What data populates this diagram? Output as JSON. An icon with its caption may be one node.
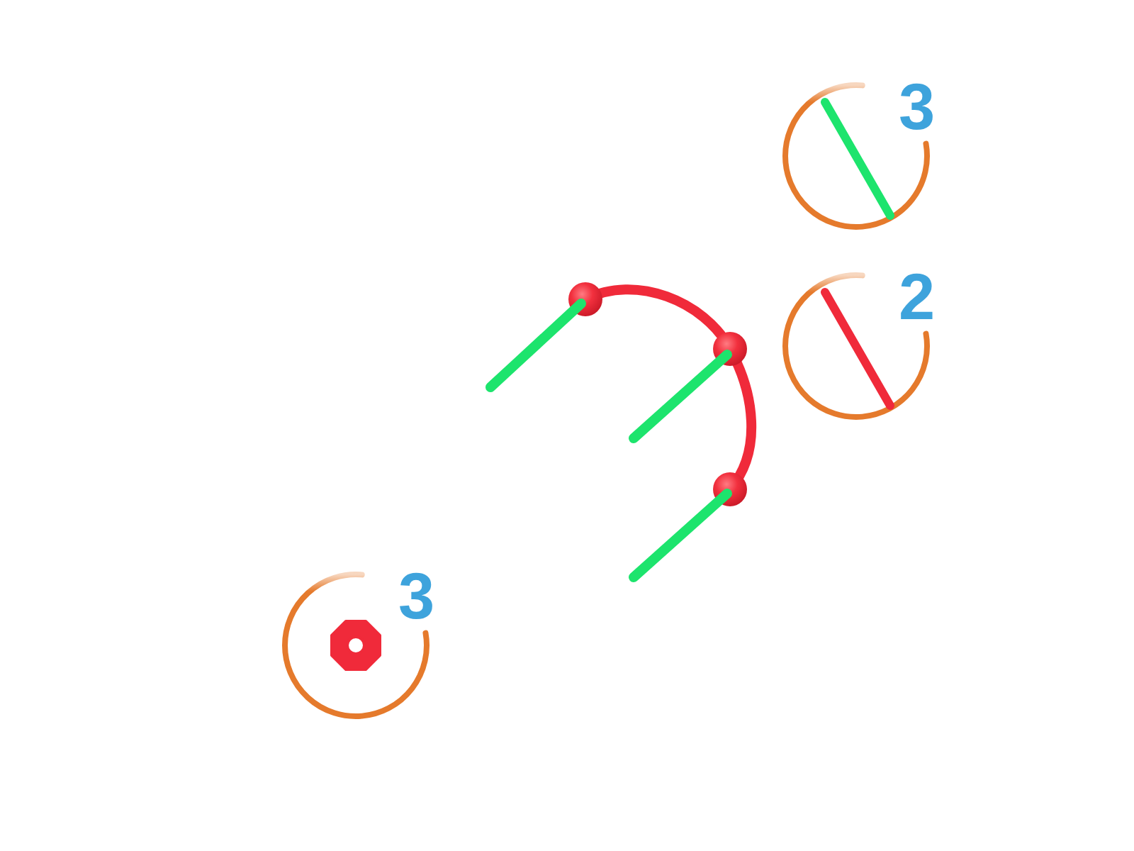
{
  "diagram": {
    "nodes": [
      {
        "text": [
          "3"
        ]
      },
      {
        "text": [
          "2"
        ]
      },
      {
        "text": [
          "3"
        ]
      }
    ]
  }
}
